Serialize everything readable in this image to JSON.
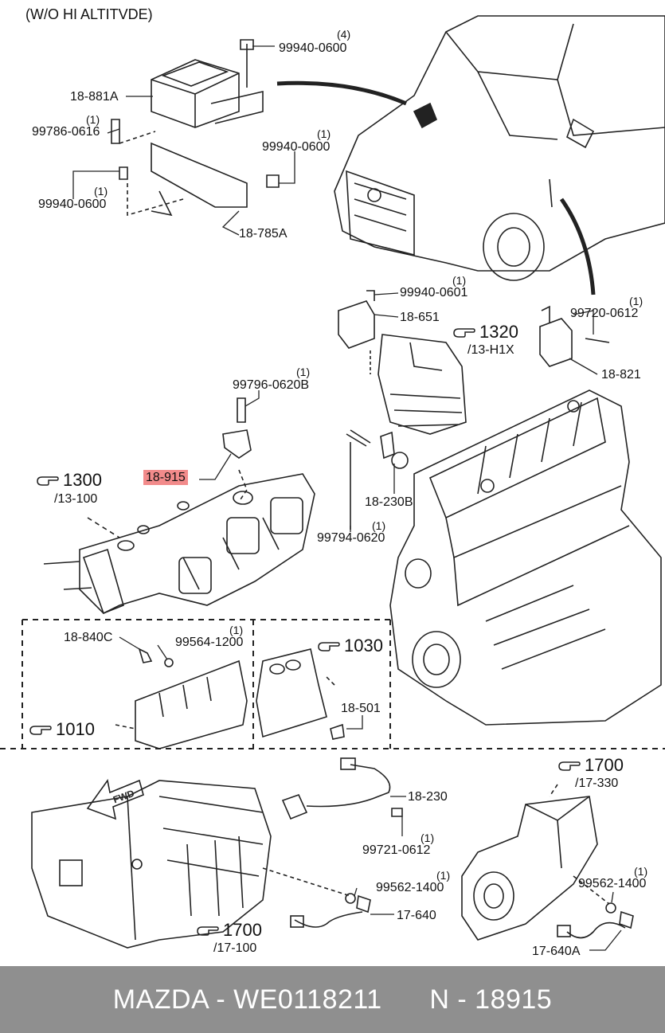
{
  "header": {
    "note": "(W/O HI ALTITVDE)"
  },
  "parts": {
    "p1": {
      "number": "99940-0600",
      "qty": "(4)"
    },
    "p2": {
      "number": "18-881A"
    },
    "p3": {
      "number": "99786-0616",
      "qty": "(1)"
    },
    "p4": {
      "number": "99940-0600",
      "qty": "(1)"
    },
    "p5": {
      "number": "99940-0600",
      "qty": "(1)"
    },
    "p6": {
      "number": "18-785A"
    },
    "p7": {
      "number": "99940-0601",
      "qty": "(1)"
    },
    "p8": {
      "number": "18-651"
    },
    "p9": {
      "number": "99720-0612",
      "qty": "(1)"
    },
    "p10": {
      "number": "18-821"
    },
    "p11": {
      "number": "99796-0620B",
      "qty": "(1)"
    },
    "p12": {
      "number": "18-915"
    },
    "p13": {
      "number": "18-230B"
    },
    "p14": {
      "number": "99794-0620",
      "qty": "(1)"
    },
    "p15": {
      "number": "18-840C"
    },
    "p16": {
      "number": "99564-1200",
      "qty": "(1)"
    },
    "p17": {
      "number": "18-501"
    },
    "p18": {
      "number": "18-230"
    },
    "p19": {
      "number": "99721-0612",
      "qty": "(1)"
    },
    "p20": {
      "number": "99562-1400",
      "qty": "(1)"
    },
    "p21": {
      "number": "17-640"
    },
    "p22": {
      "number": "99562-1400",
      "qty": "(1)"
    },
    "p23": {
      "number": "17-640A"
    }
  },
  "refs": {
    "r1320": {
      "main": "1320",
      "sub": "/13-H1X"
    },
    "r1300": {
      "main": "1300",
      "sub": "/13-100"
    },
    "r1030": {
      "main": "1030"
    },
    "r1010": {
      "main": "1010"
    },
    "r1700a": {
      "main": "1700",
      "sub": "/17-330"
    },
    "r1700b": {
      "main": "1700",
      "sub": "/17-100"
    }
  },
  "fwd": "FWD",
  "footer": {
    "brand": "MAZDA",
    "part_code": "WE0118211",
    "part_number": "N - 18915"
  }
}
